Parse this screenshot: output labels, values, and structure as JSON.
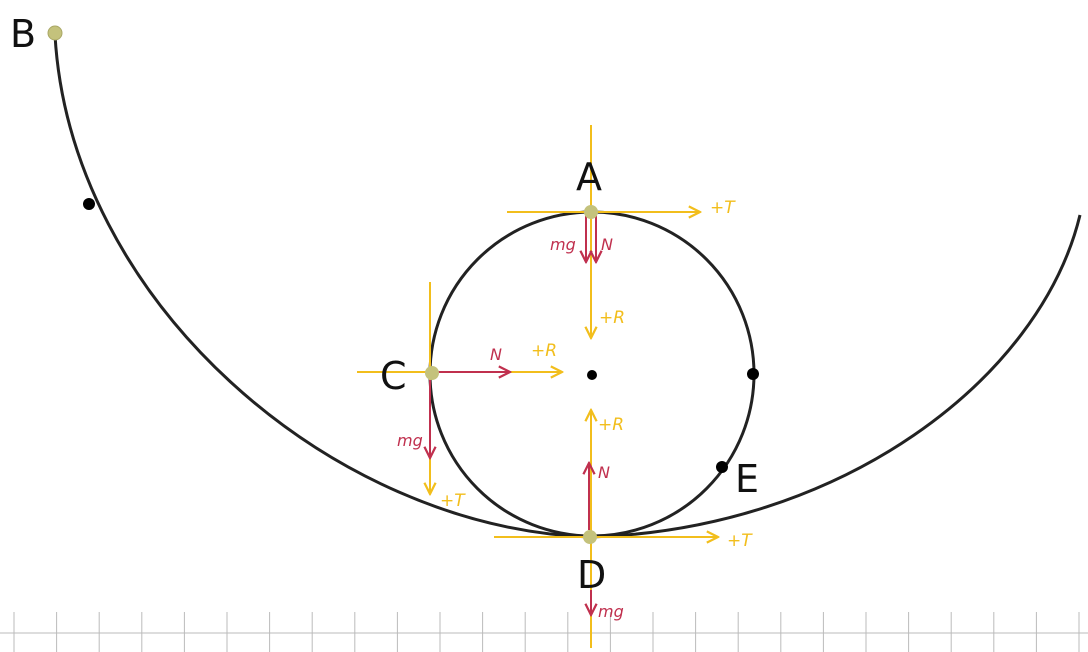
{
  "points": {
    "A": "A",
    "B": "B",
    "C": "C",
    "D": "D",
    "E": "E"
  },
  "forces": {
    "mg": "mg",
    "N": "N",
    "plus_T": "+T",
    "plus_R": "+R"
  },
  "colors": {
    "track": "#222222",
    "axis": "#f2be1c",
    "force": "#c0304e",
    "marker": "#c4c27c",
    "grid": "#bbbbbb"
  }
}
